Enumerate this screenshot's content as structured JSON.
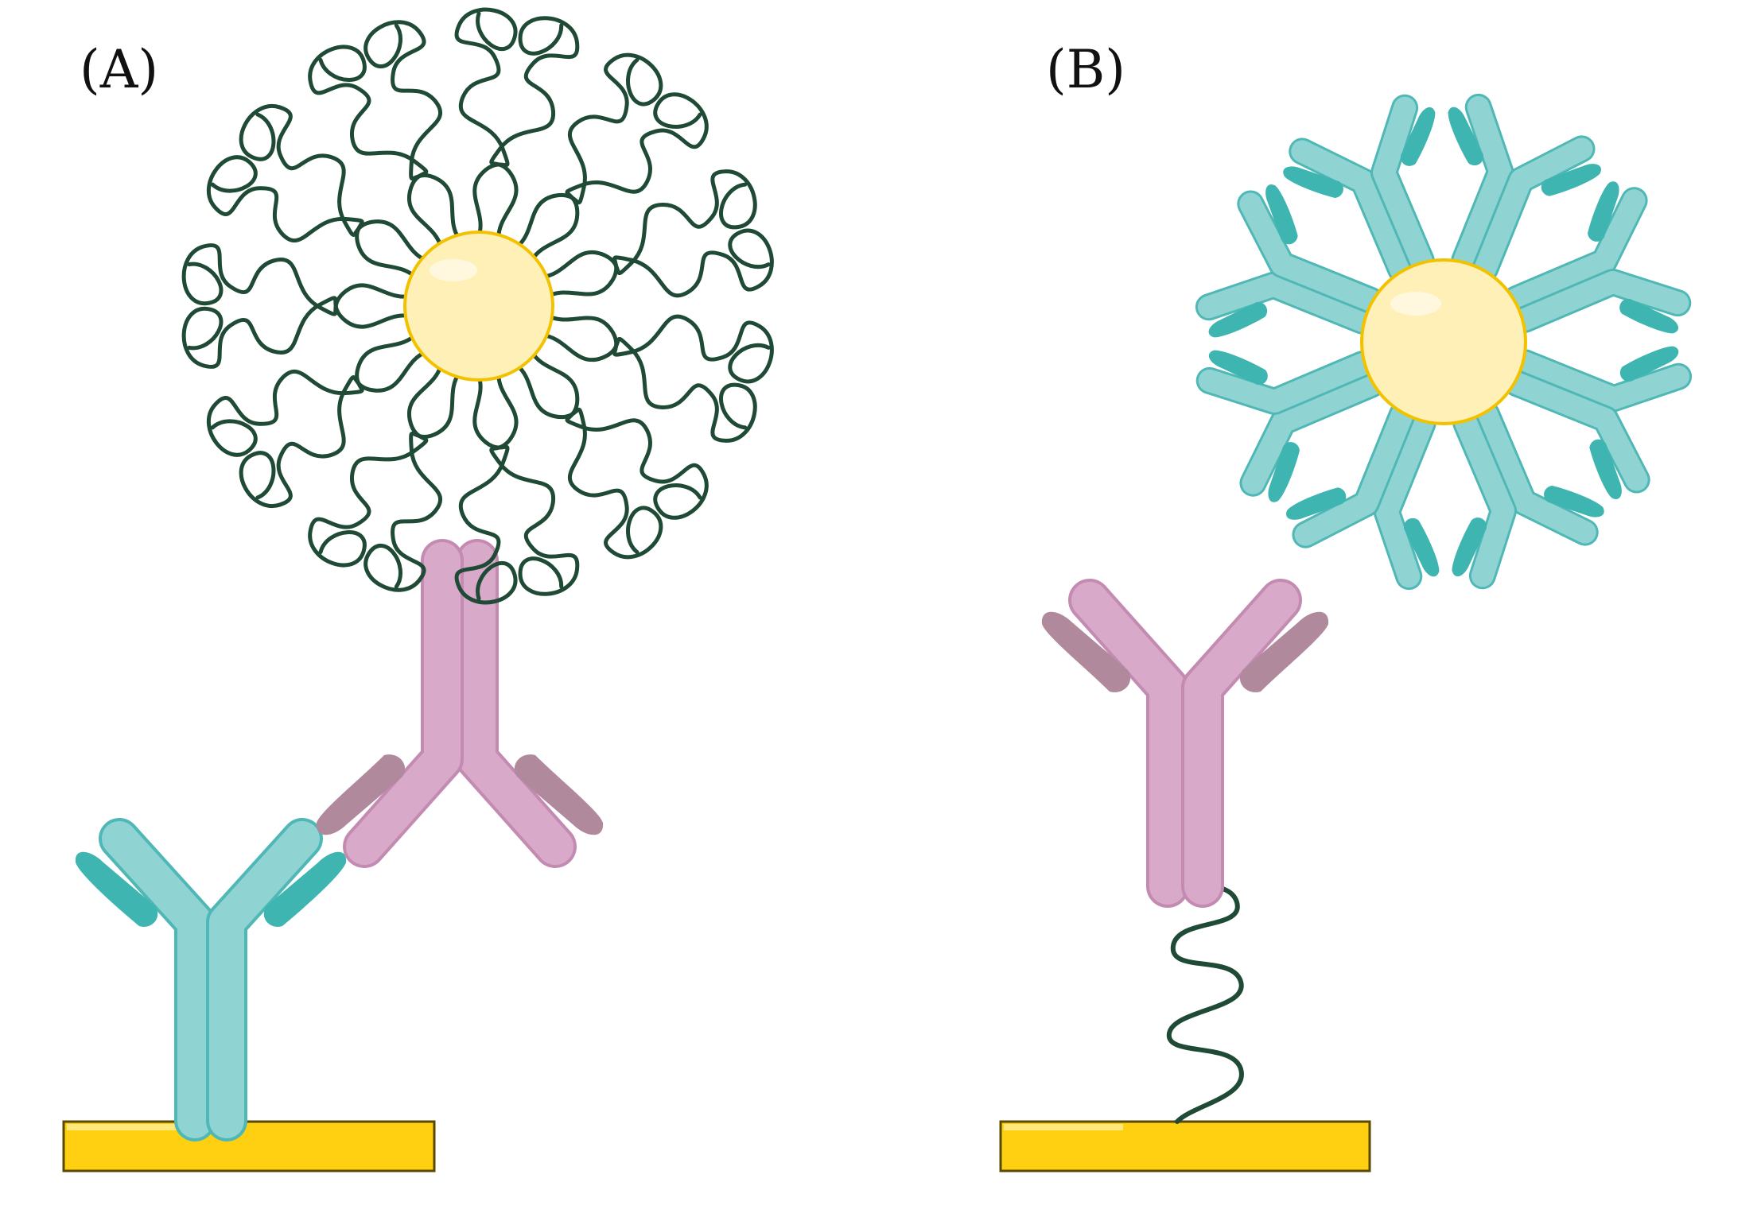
{
  "panels": [
    {
      "label": "(A)"
    },
    {
      "label": "(B)"
    }
  ],
  "colors": {
    "teal_light": "#8fd4d2",
    "teal_stroke": "#4fb8b6",
    "teal_dark": "#3fb5b2",
    "pink_light": "#d9a9c9",
    "pink_stroke": "#c48bb2",
    "pink_dark": "#b0899d",
    "nanoparticle_fill": "#fff0b8",
    "nanoparticle_stroke": "#f2c200",
    "substrate_fill": "#ffd012",
    "substrate_stroke": "#5a4a00",
    "strand": "#1f4a35"
  },
  "icons": {
    "nanoparticle": "gold-nanoparticle",
    "antibody": "y-shaped-antibody",
    "aptamer": "dna-aptamer-strand",
    "substrate": "sensor-surface"
  }
}
